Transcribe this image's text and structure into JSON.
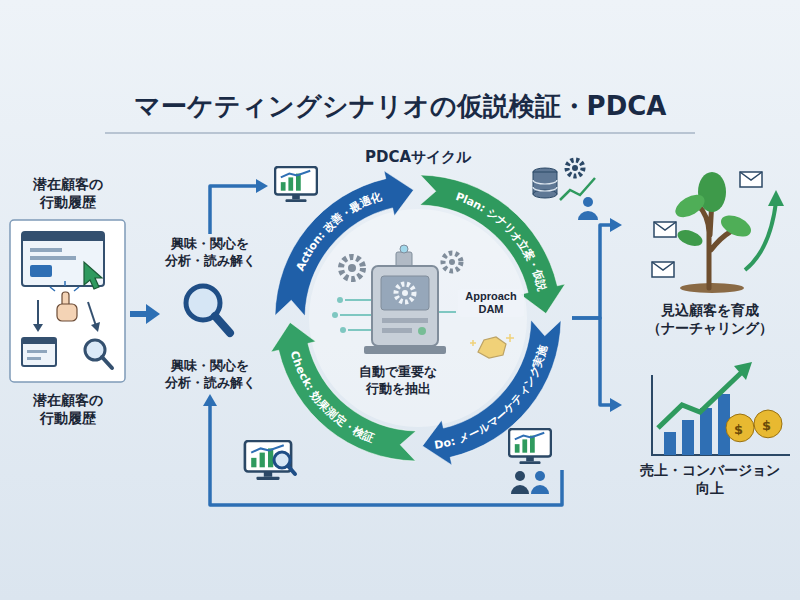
{
  "diagram": {
    "title": "マーケティングシナリオの仮説検証・PDCA",
    "nodes": [
      {
        "text": [
          "潜在顧客の 行動履歴",
          "潜在顧客の 行動履歴"
        ]
      },
      {
        "text": [
          "興味・関心を 分析・読み解く",
          "興味・関心を 分析・読み解く"
        ]
      },
      {
        "text": [
          "PDCAサイクル"
        ]
      },
      {
        "text": [
          "Approach DAM",
          "自動で重要な 行動を抽出"
        ],
        "in": 2
      },
      {
        "text": [
          "見込顧客を育成 （ナーチャリング）"
        ]
      },
      {
        "text": [
          "売上・コンバージョン 向上"
        ]
      }
    ],
    "edges": [
      {
        "from": 0,
        "to": 1,
        "arrow": "to"
      },
      {
        "from": 1,
        "to": 2,
        "arrow": "to"
      },
      {
        "from": 2,
        "to": 4,
        "arrow": "to"
      },
      {
        "from": 2,
        "to": 5,
        "arrow": "to"
      },
      {
        "from": 2,
        "to": 1,
        "arrow": "to"
      }
    ],
    "labels": [
      "Action: 改善・最適化",
      "Plan: シナリオ立案・仮説",
      "Do: メールマーケティング実施",
      "Check: 効果測定・検証",
      "$",
      "$"
    ]
  }
}
